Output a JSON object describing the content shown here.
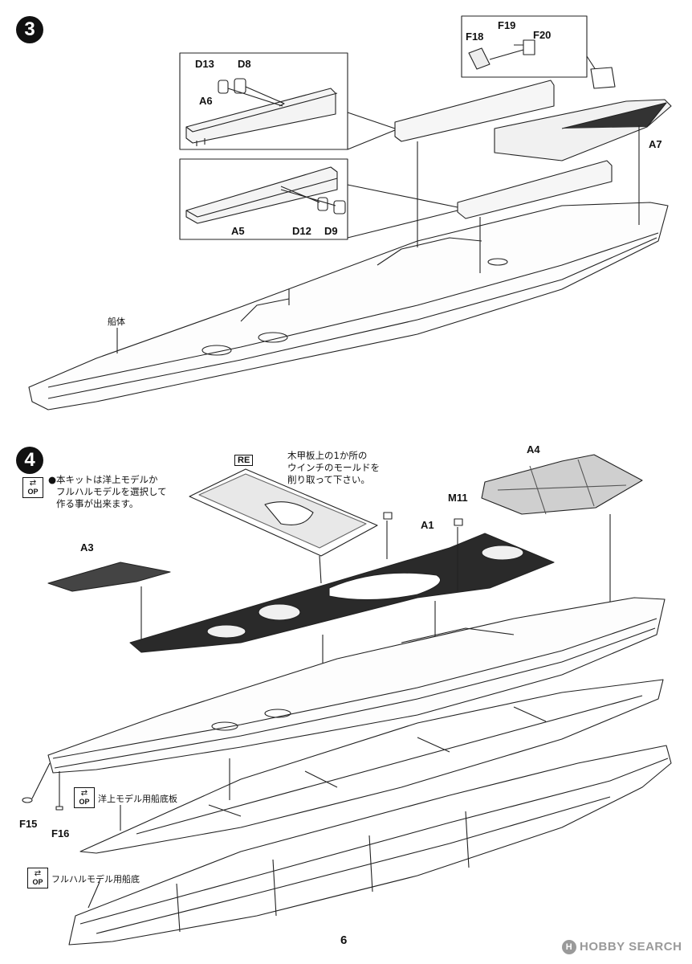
{
  "steps": [
    "3",
    "4"
  ],
  "labels_step3": {
    "d13": "D13",
    "d8": "D8",
    "a6": "A6",
    "f19": "F19",
    "f18": "F18",
    "f20": "F20",
    "a7": "A7",
    "a5": "A5",
    "d12": "D12",
    "d9": "D9",
    "hull": "船体"
  },
  "labels_step4": {
    "a4": "A4",
    "m11": "M11",
    "a1": "A1",
    "a3": "A3",
    "f15": "F15",
    "f16": "F16",
    "re": "RE",
    "op": "OP"
  },
  "notes": {
    "winch_line1": "木甲板上の1か所の",
    "winch_line2": "ウインチのモールドを",
    "winch_line3": "削り取って下さい。",
    "option_line1": "●本キットは洋上モデルか",
    "option_line2": "フルハルモデルを選択して",
    "option_line3": "作る事が出来ます。",
    "waterline_plate": "洋上モデル用船底板",
    "fullhull_bottom": "フルハルモデル用船底"
  },
  "page_number": "6",
  "watermark": "HOBBY SEARCH"
}
